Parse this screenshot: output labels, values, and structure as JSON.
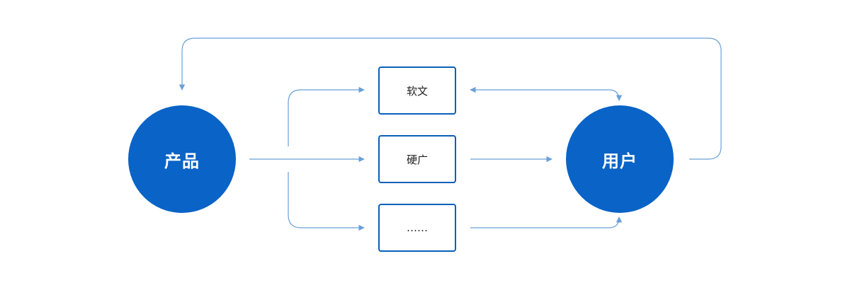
{
  "nodes": {
    "product": "产品",
    "user": "用户",
    "channels": [
      "软文",
      "硬广",
      "……"
    ]
  },
  "colors": {
    "node_fill": "#0a63c6",
    "box_border": "#0a5fb8",
    "arrow": "#6aa0d8"
  }
}
